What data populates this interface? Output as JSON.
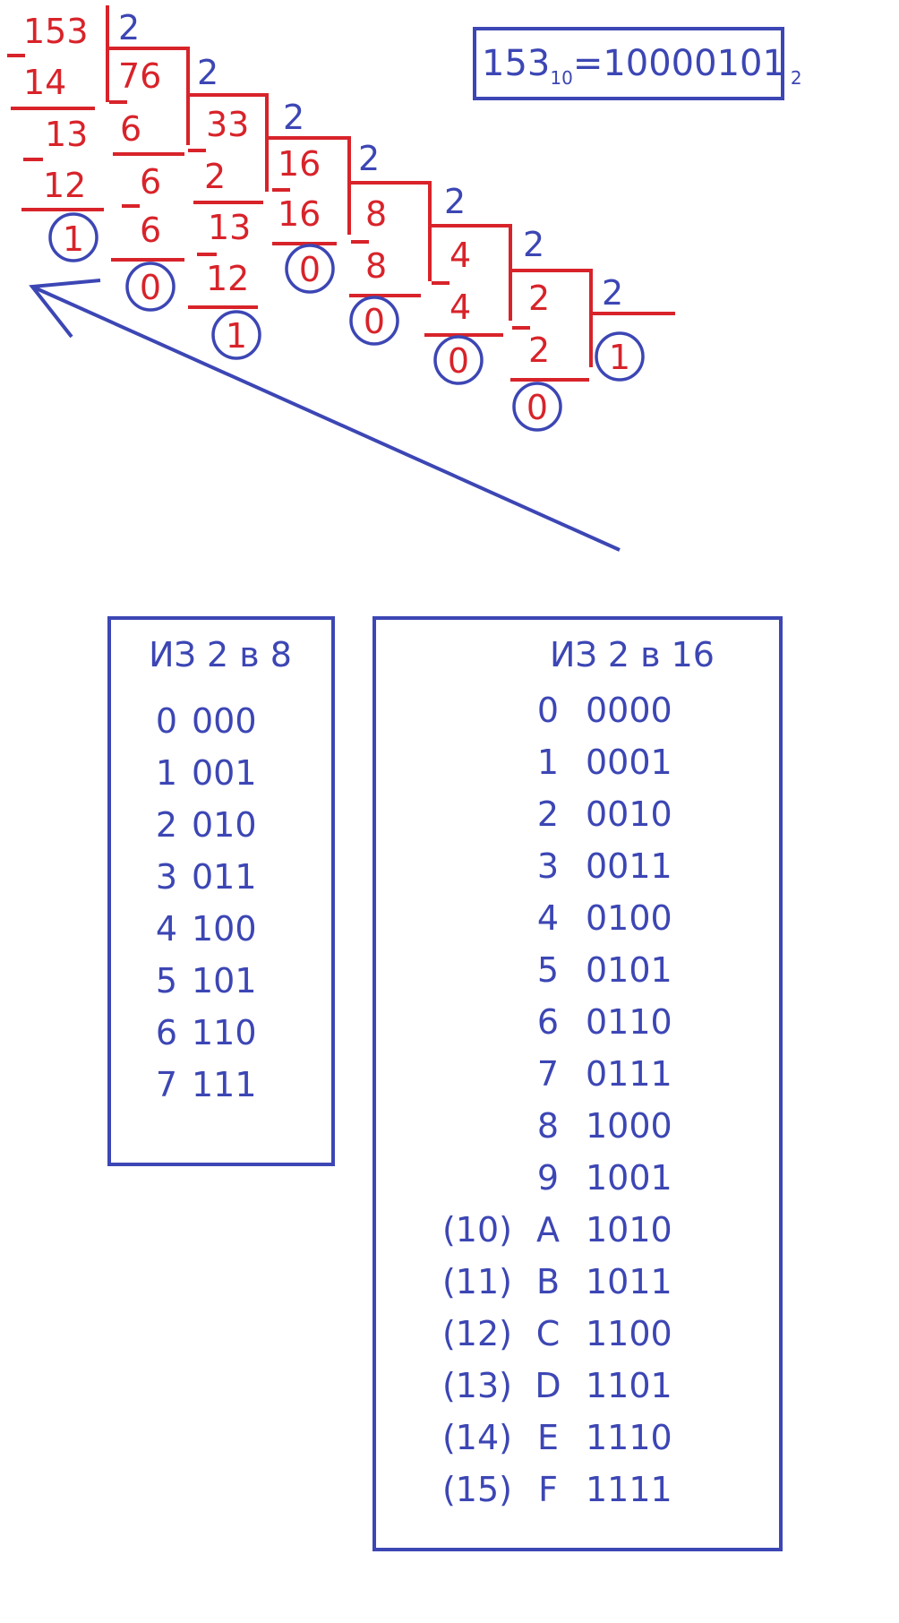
{
  "colors": {
    "red": "#d8232a",
    "blue": "#3c46b4",
    "background": "#ffffff"
  },
  "division": {
    "divisor": "2",
    "steps": [
      {
        "dividend": "153",
        "subtrahend": "14",
        "diff": "13",
        "sub2": "12",
        "remainder": "1"
      },
      {
        "dividend": "76",
        "subtrahend": "6",
        "diff": "6",
        "sub2": "6",
        "remainder": "0"
      },
      {
        "dividend": "33",
        "subtrahend": "2",
        "diff": "13",
        "sub2": "12",
        "remainder": "1"
      },
      {
        "dividend": "16",
        "subtrahend": "16",
        "remainder": "0"
      },
      {
        "dividend": "8",
        "subtrahend": "8",
        "remainder": "0"
      },
      {
        "dividend": "4",
        "subtrahend": "4",
        "remainder": "0"
      },
      {
        "dividend": "2",
        "subtrahend": "2",
        "remainder": "0"
      },
      {
        "dividend": "1",
        "remainder": "1"
      }
    ]
  },
  "result": {
    "base10": "153",
    "sub10": "10",
    "eq": "=",
    "binary": "10000101",
    "sub2": "2"
  },
  "table8": {
    "title": "ИЗ 2 в 8",
    "rows": [
      {
        "digit": "0",
        "bin": "000"
      },
      {
        "digit": "1",
        "bin": "001"
      },
      {
        "digit": "2",
        "bin": "010"
      },
      {
        "digit": "3",
        "bin": "011"
      },
      {
        "digit": "4",
        "bin": "100"
      },
      {
        "digit": "5",
        "bin": "101"
      },
      {
        "digit": "6",
        "bin": "110"
      },
      {
        "digit": "7",
        "bin": "111"
      }
    ]
  },
  "table16": {
    "title": "ИЗ 2 в 16",
    "rows": [
      {
        "dec": "",
        "digit": "0",
        "bin": "0000"
      },
      {
        "dec": "",
        "digit": "1",
        "bin": "0001"
      },
      {
        "dec": "",
        "digit": "2",
        "bin": "0010"
      },
      {
        "dec": "",
        "digit": "3",
        "bin": "0011"
      },
      {
        "dec": "",
        "digit": "4",
        "bin": "0100"
      },
      {
        "dec": "",
        "digit": "5",
        "bin": "0101"
      },
      {
        "dec": "",
        "digit": "6",
        "bin": "0110"
      },
      {
        "dec": "",
        "digit": "7",
        "bin": "0111"
      },
      {
        "dec": "",
        "digit": "8",
        "bin": "1000"
      },
      {
        "dec": "",
        "digit": "9",
        "bin": "1001"
      },
      {
        "dec": "(10)",
        "digit": "A",
        "bin": "1010"
      },
      {
        "dec": "(11)",
        "digit": "B",
        "bin": "1011"
      },
      {
        "dec": "(12)",
        "digit": "C",
        "bin": "1100"
      },
      {
        "dec": "(13)",
        "digit": "D",
        "bin": "1101"
      },
      {
        "dec": "(14)",
        "digit": "E",
        "bin": "1110"
      },
      {
        "dec": "(15)",
        "digit": "F",
        "bin": "1111"
      }
    ]
  }
}
